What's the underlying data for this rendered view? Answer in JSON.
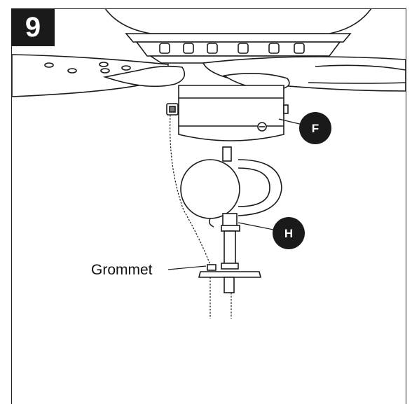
{
  "step": {
    "number": "9"
  },
  "callouts": [
    {
      "id": "F",
      "label": "F"
    },
    {
      "id": "H",
      "label": "H"
    }
  ],
  "labels": {
    "grommet": "Grommet"
  },
  "colors": {
    "line": "#1a1a1a",
    "badge": "#1a1a1a",
    "fill": "#ffffff",
    "shade": "#d9d9d9"
  }
}
